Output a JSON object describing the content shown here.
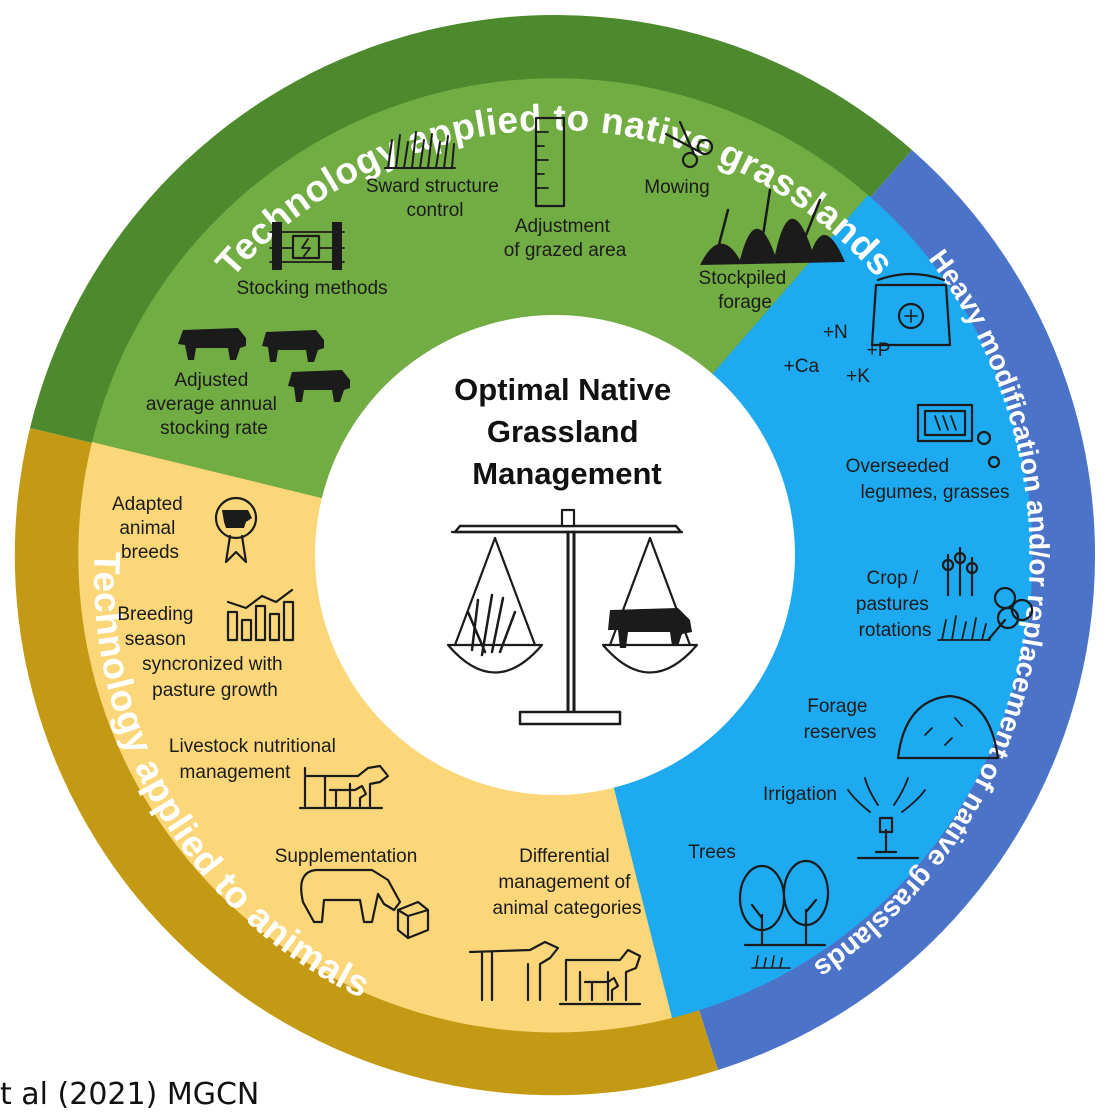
{
  "center_title": [
    "Optimal Native",
    "Grassland",
    "Management"
  ],
  "ring_titles": {
    "green": "Technology applied to native grasslands",
    "blue": "Heavy modification and/or replacement of native grasslands",
    "yellow": "Technology applied to animals"
  },
  "green_items": {
    "sward": [
      "Sward structure",
      "control"
    ],
    "adjust": [
      "Adjustment",
      "of grazed area"
    ],
    "mowing": [
      "Mowing"
    ],
    "stocking_methods": [
      "Stocking methods"
    ],
    "stockpiled": [
      "Stockpiled",
      "forage"
    ],
    "stocking_rate": [
      "Adjusted",
      "average annual",
      "stocking rate"
    ]
  },
  "blue_items": {
    "nutrients": [
      "+N",
      "+P",
      "+Ca",
      "+K"
    ],
    "overseeded": [
      "Overseeded",
      "legumes, grasses"
    ],
    "crop": [
      "Crop /",
      "pastures",
      "rotations"
    ],
    "forage_reserves": [
      "Forage",
      "reserves"
    ],
    "irrigation": [
      "Irrigation"
    ],
    "trees": [
      "Trees"
    ]
  },
  "yellow_items": {
    "breeds": [
      "Adapted",
      "animal",
      "breeds"
    ],
    "breeding": [
      "Breeding",
      "season",
      "syncronized with",
      "pasture growth"
    ],
    "nutrition": [
      "Livestock nutritional",
      "management"
    ],
    "supplementation": [
      "Supplementation"
    ],
    "differential": [
      "Differential",
      "management of",
      "animal categories"
    ]
  },
  "citation": "t al (2021) MGCN",
  "colors": {
    "green_outer": "#4d8a2e",
    "green_inner": "#72ad44",
    "blue_outer": "#4b73c8",
    "blue_inner": "#1eaaf0",
    "yellow_outer": "#c49a14",
    "yellow_inner": "#fbd77a",
    "center": "#ffffff",
    "icon": "#1b1b1b"
  }
}
